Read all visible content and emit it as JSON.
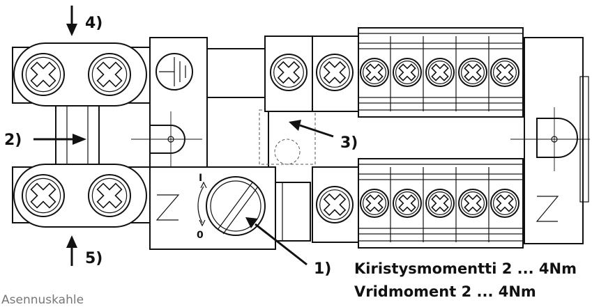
{
  "callouts": {
    "c1": "1)",
    "c2": "2)",
    "c3": "3)",
    "c4": "4)",
    "c5": "5)"
  },
  "torque": {
    "fi": "Kiristysmomentti 2 ... 4Nm",
    "sv": "Vridmoment 2 ... 4Nm"
  },
  "note": "Asennuskahle",
  "symbols": {
    "n_left": "N",
    "n_right": "N",
    "dial_top": "I",
    "dial_bottom": "0"
  }
}
